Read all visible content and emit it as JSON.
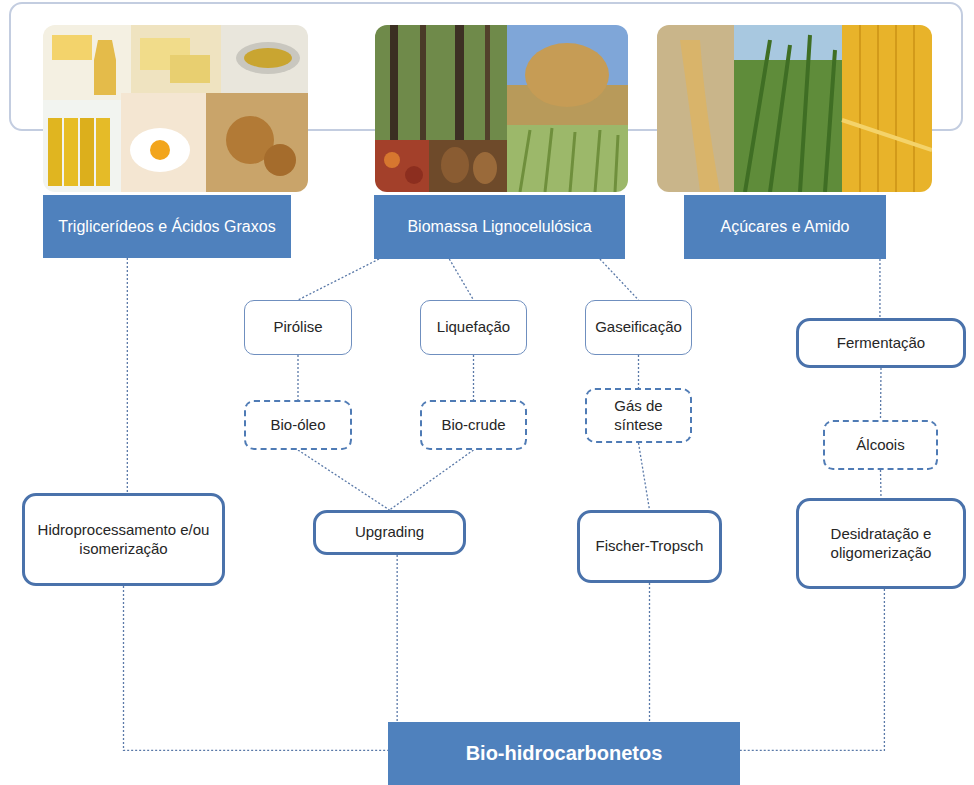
{
  "diagram": {
    "nodes": [
      {
        "text": [
          "Triglicerídeos e Ácidos Graxos"
        ]
      },
      {
        "text": [
          "Biomassa Lignocelulósica"
        ]
      },
      {
        "text": [
          "Açúcares e Amido"
        ]
      },
      {
        "text": [
          "Pirólise"
        ]
      },
      {
        "text": [
          "Liquefação"
        ]
      },
      {
        "text": [
          "Gaseificação"
        ]
      },
      {
        "text": [
          "Fermentação"
        ]
      },
      {
        "text": [
          "Bio-óleo"
        ]
      },
      {
        "text": [
          "Bio-crude"
        ]
      },
      {
        "text": [
          "Gás de síntese"
        ]
      },
      {
        "text": [
          "Álcoois"
        ]
      },
      {
        "text": [
          "Hidroprocessamento e/ou isomerização"
        ]
      },
      {
        "text": [
          "Upgrading"
        ]
      },
      {
        "text": [
          "Fischer-Tropsch"
        ]
      },
      {
        "text": [
          "Desidratação e oligomerização"
        ]
      },
      {
        "text": [
          "Bio-hidrocarbonetos"
        ]
      }
    ],
    "edges": [
      {
        "from": 0,
        "to": 11,
        "arrow": "none"
      },
      {
        "from": 1,
        "to": 3,
        "arrow": "none"
      },
      {
        "from": 1,
        "to": 4,
        "arrow": "none"
      },
      {
        "from": 1,
        "to": 5,
        "arrow": "none"
      },
      {
        "from": 2,
        "to": 6,
        "arrow": "none"
      },
      {
        "from": 3,
        "to": 7,
        "arrow": "none"
      },
      {
        "from": 4,
        "to": 8,
        "arrow": "none"
      },
      {
        "from": 5,
        "to": 9,
        "arrow": "none"
      },
      {
        "from": 6,
        "to": 10,
        "arrow": "none"
      },
      {
        "from": 7,
        "to": 12,
        "arrow": "none"
      },
      {
        "from": 8,
        "to": 12,
        "arrow": "none"
      },
      {
        "from": 9,
        "to": 13,
        "arrow": "none"
      },
      {
        "from": 10,
        "to": 14,
        "arrow": "none"
      },
      {
        "from": 11,
        "to": 15,
        "arrow": "none"
      },
      {
        "from": 12,
        "to": 15,
        "arrow": "none"
      },
      {
        "from": 13,
        "to": 15,
        "arrow": "none"
      },
      {
        "from": 14,
        "to": 15,
        "arrow": "none"
      }
    ]
  }
}
